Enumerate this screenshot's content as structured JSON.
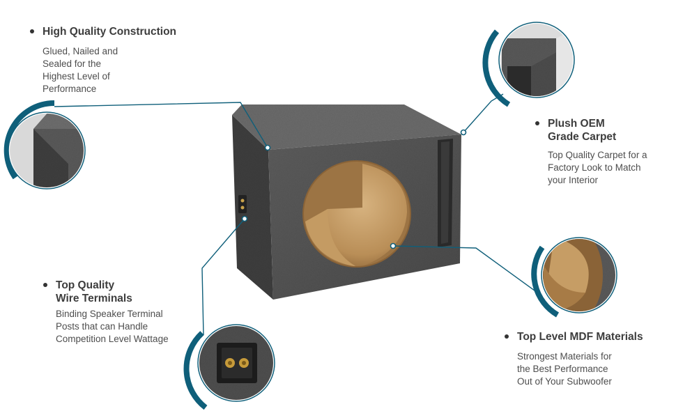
{
  "brand": {
    "accent": "#0f5f7a",
    "carpet": "#545454",
    "mdf": "#c8a06a"
  },
  "features": {
    "construction": {
      "title": "High Quality Construction",
      "description": "Glued, Nailed and\nSealed for the\nHighest Level of\nPerformance"
    },
    "carpet": {
      "title": "Plush OEM\nGrade Carpet",
      "description": "Top Quality Carpet for a\nFactory Look to Match\nyour Interior"
    },
    "terminals": {
      "title": "Top Quality\nWire Terminals",
      "description": "Binding Speaker Terminal\nPosts that can Handle\nCompetition Level Wattage"
    },
    "mdf": {
      "title": "Top Level MDF Materials",
      "description": "Strongest Materials for\nthe Best Performance\nOut of  Your Subwoofer"
    }
  }
}
